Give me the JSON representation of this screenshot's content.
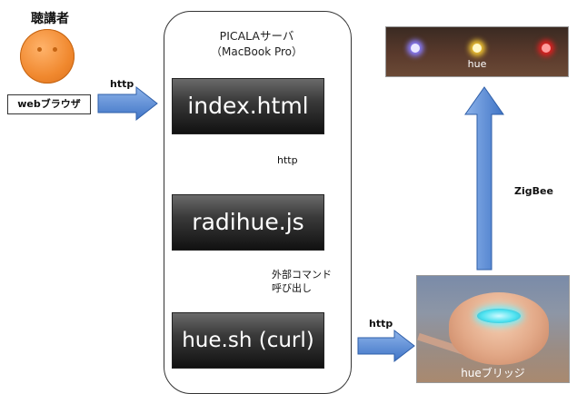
{
  "listener": {
    "label": "聴講者",
    "browser": "webブラウザ",
    "icon": "face-icon"
  },
  "links": {
    "browser_to_server": "http",
    "index_to_radihue": "http",
    "radihue_to_hue_sh_line1": "外部コマンド",
    "radihue_to_hue_sh_line2": "呼び出し",
    "hue_sh_to_bridge": "http",
    "bridge_to_hue": "ZigBee"
  },
  "server": {
    "title": "PICALAサーバ",
    "subtitle": "（MacBook Pro）",
    "components": [
      "index.html",
      "radihue.js",
      "hue.sh (curl)"
    ]
  },
  "photos": {
    "hue": "hue",
    "bridge": "hueブリッジ"
  },
  "colors": {
    "arrow_fill": "#4f86d6",
    "arrow_stroke": "#2f5fa8",
    "box_dark": "#111111"
  }
}
